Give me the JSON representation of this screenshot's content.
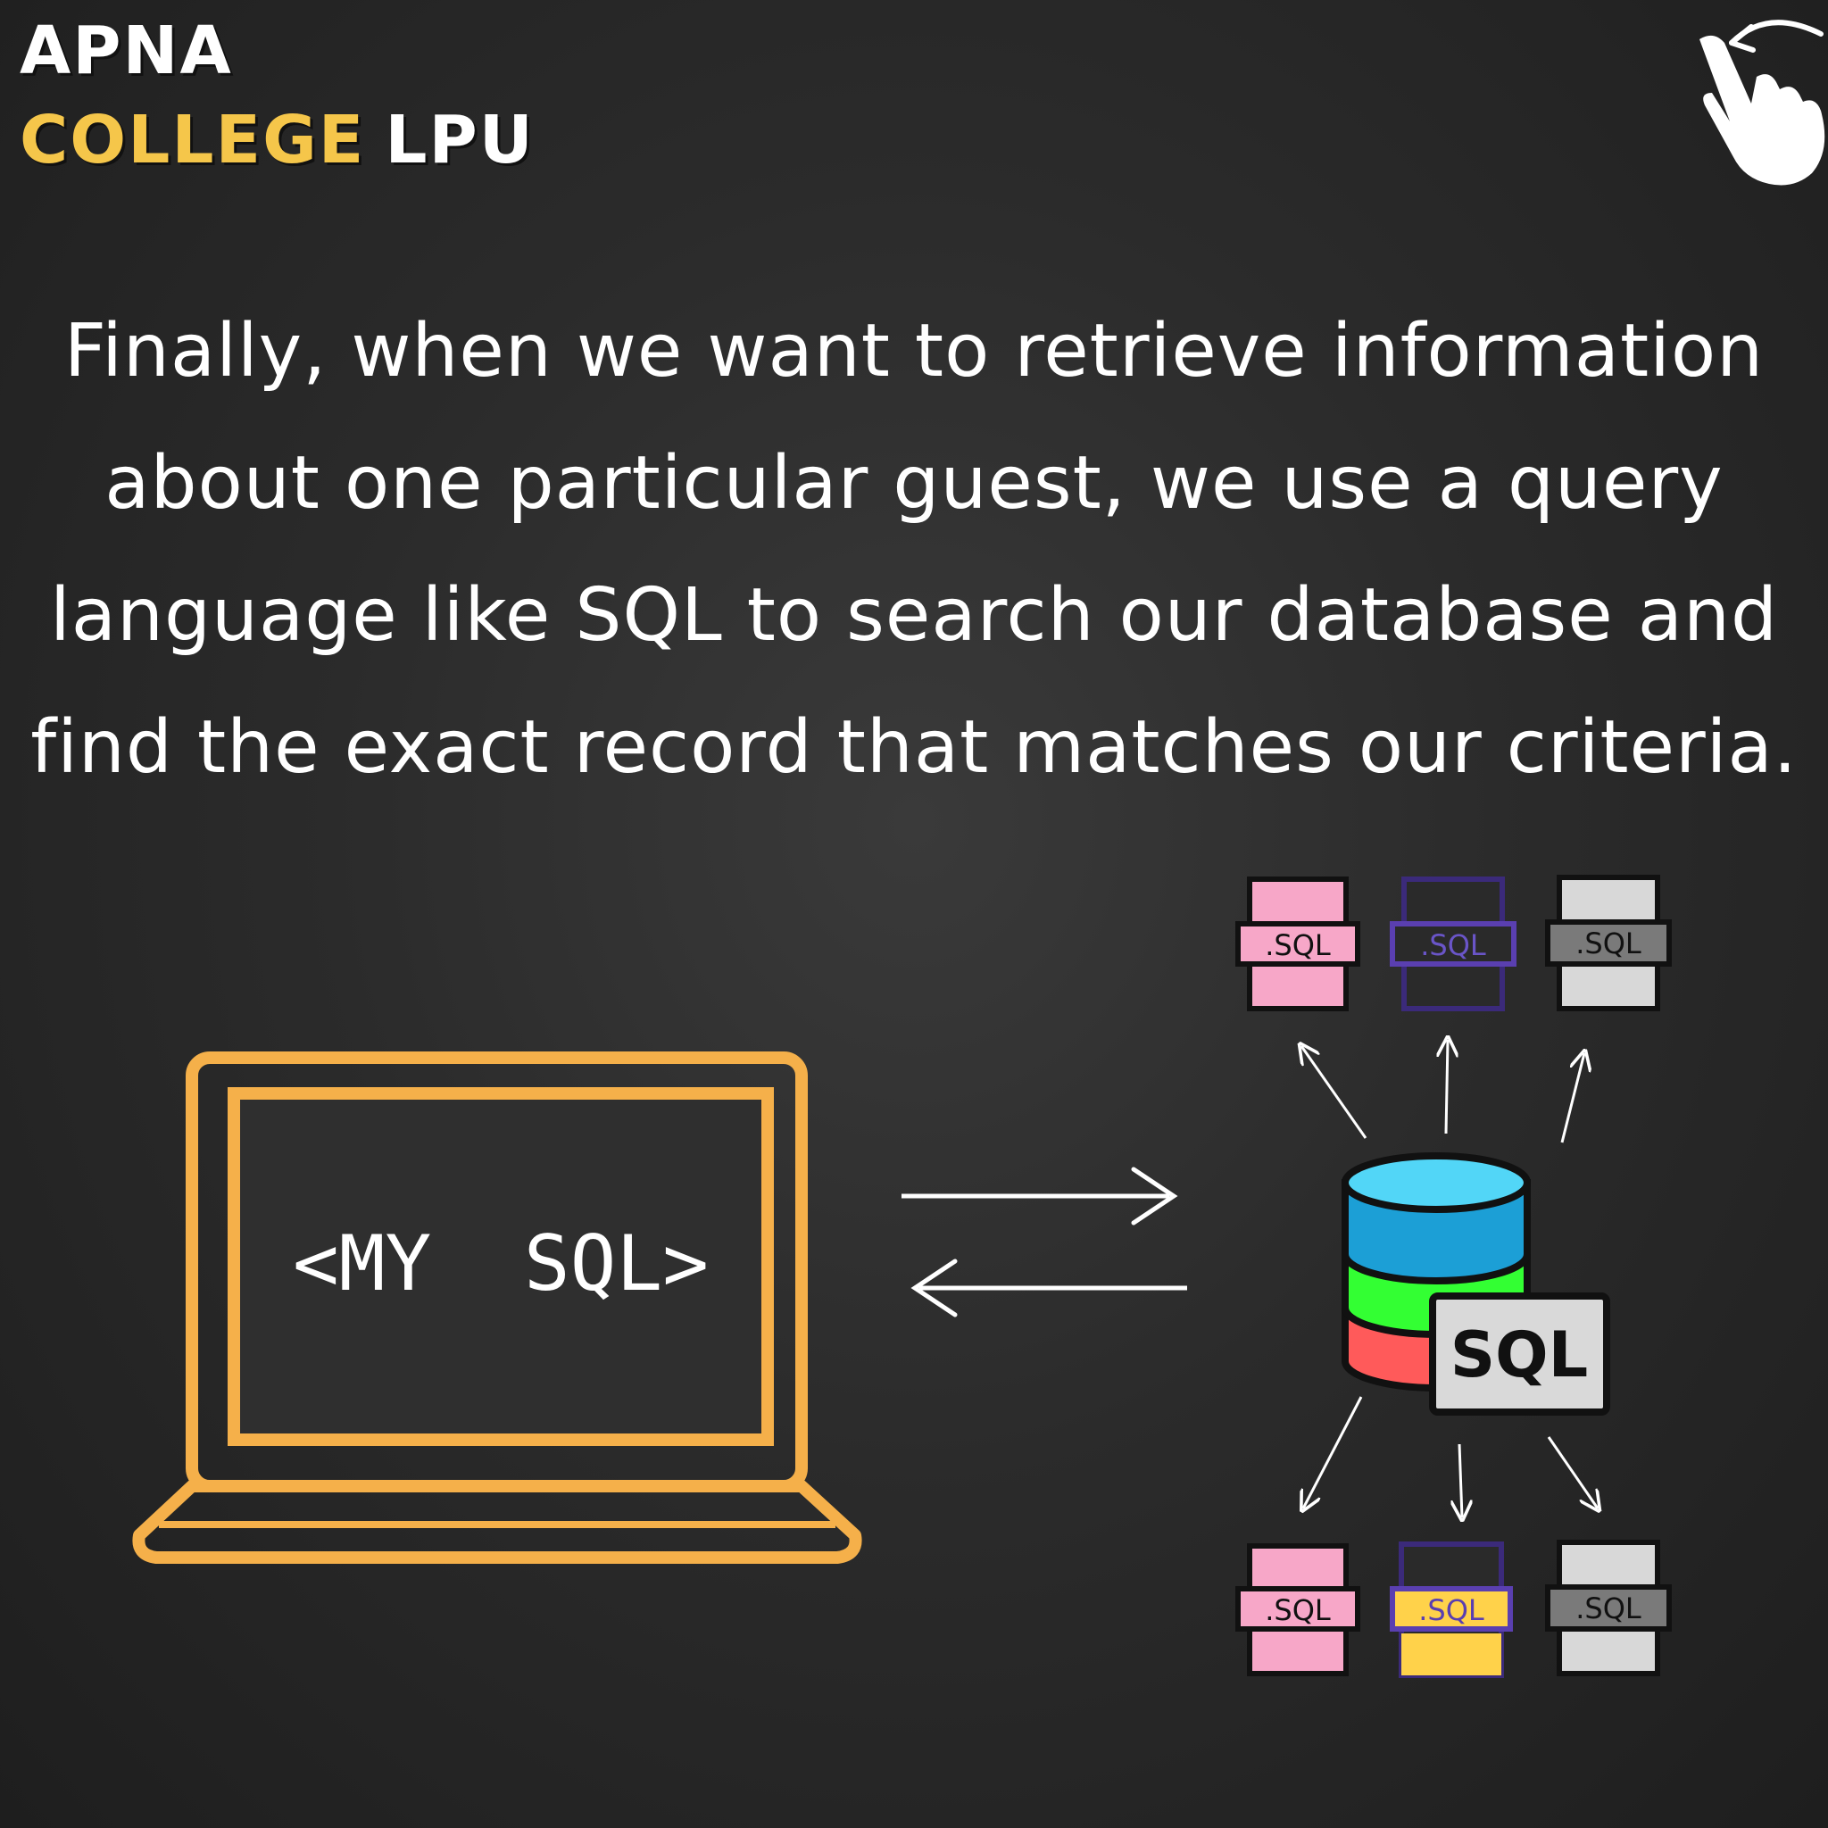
{
  "brand": {
    "line1": "APNA",
    "college": "COLLEGE",
    "lpu": "LPU"
  },
  "swipe_icon": "swipe-hand-icon",
  "body_lines": [
    "Finally, when we want to retrieve information",
    "about one particular guest, we use a query",
    "language like SQL to search our database and",
    "find the exact record that matches our criteria."
  ],
  "laptop": {
    "screen_text": "<MY  SQL>",
    "color": "#f5b04a"
  },
  "database": {
    "badge": "SQL",
    "colors": [
      "#52d6f7",
      "#1c9fd6",
      "#33ff33",
      "#ff5a5a"
    ]
  },
  "files_top": [
    {
      "label": ".SQL",
      "color": "#f7a7c8"
    },
    {
      "label": ".SQL",
      "color": "#2a2a2a"
    },
    {
      "label": ".SQL",
      "color": "#d8d8d8"
    }
  ],
  "files_bottom": [
    {
      "label": ".SQL",
      "color": "#f7a7c8"
    },
    {
      "label": ".SQL",
      "color": "#ffd24a"
    },
    {
      "label": ".SQL",
      "color": "#d8d8d8"
    }
  ]
}
